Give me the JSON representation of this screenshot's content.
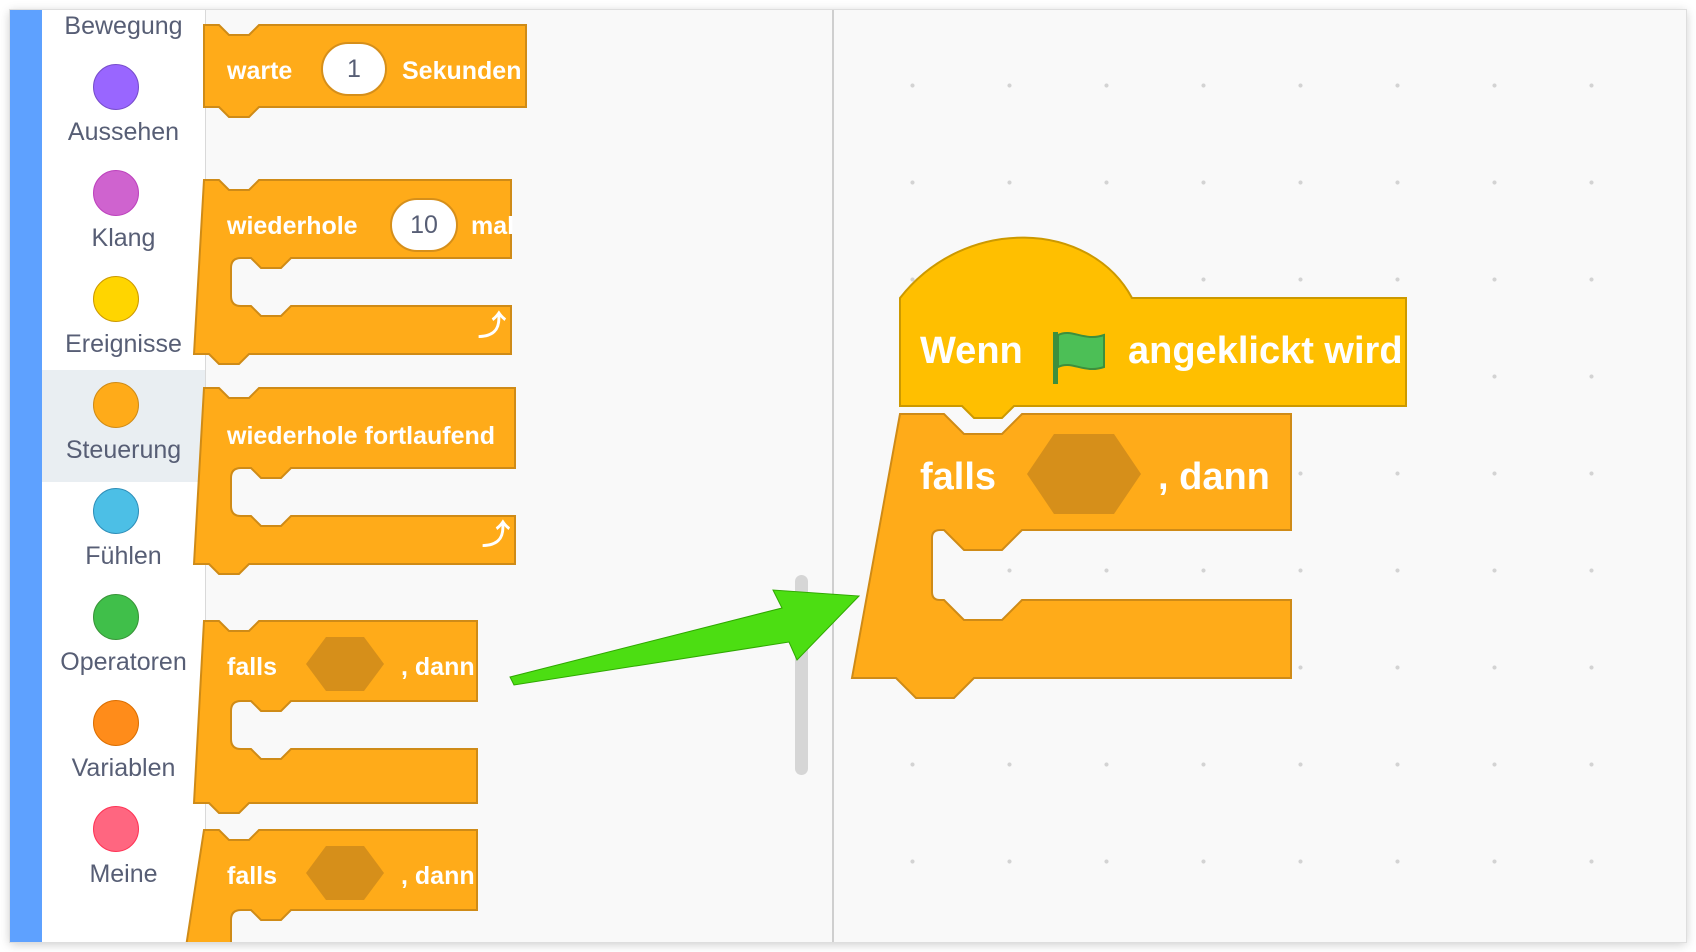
{
  "categories": [
    {
      "label": "Bewegung",
      "color": "#4c97ff"
    },
    {
      "label": "Aussehen",
      "color": "#9966ff"
    },
    {
      "label": "Klang",
      "color": "#cf63cf"
    },
    {
      "label": "Ereignisse",
      "color": "#ffd500"
    },
    {
      "label": "Steuerung",
      "color": "#ffab19",
      "active": true
    },
    {
      "label": "Fühlen",
      "color": "#4cbfe6"
    },
    {
      "label": "Operatoren",
      "color": "#40bf4a"
    },
    {
      "label": "Variablen",
      "color": "#ff8c1a"
    },
    {
      "label": "Meine",
      "color": "#ff6680"
    }
  ],
  "palette": {
    "wait": {
      "before": "warte",
      "value": "1",
      "after": "Sekunden"
    },
    "repeat": {
      "before": "wiederhole",
      "value": "10",
      "after": "mal"
    },
    "forever": {
      "label": "wiederhole fortlaufend"
    },
    "if1": {
      "before": "falls",
      "after": ", dann"
    },
    "if2": {
      "before": "falls",
      "after": ", dann"
    }
  },
  "workspace": {
    "hat": {
      "before": "Wenn",
      "flag_icon": "green-flag-icon",
      "after": "angeklickt wird"
    },
    "if": {
      "before": "falls",
      "after": ", dann"
    }
  },
  "colors": {
    "control": "#ffab19",
    "control_dark": "#cf8b17",
    "events": "#ffbf00",
    "arrow": "#4cde12"
  },
  "icons": {
    "loop_arrow": "loop-arrow-icon",
    "flag": "green-flag-icon"
  }
}
